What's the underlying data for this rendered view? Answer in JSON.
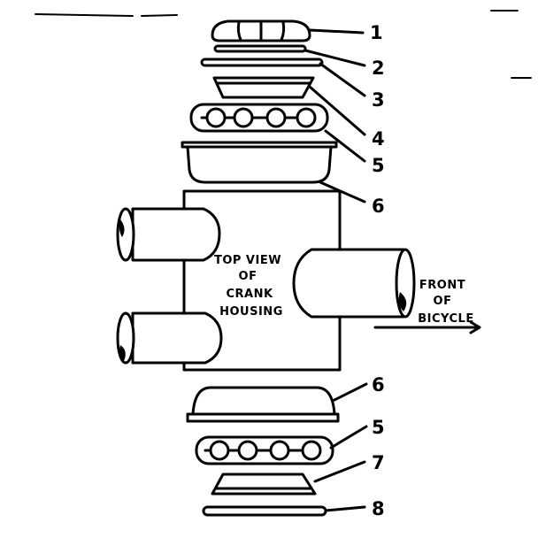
{
  "callouts": [
    "1",
    "2",
    "3",
    "4",
    "5",
    "6",
    "6",
    "5",
    "7",
    "8"
  ],
  "housing_label": [
    "TOP VIEW",
    "OF",
    "CRANK",
    "HOUSING"
  ],
  "direction_label": [
    "FRONT",
    "OF",
    "BICYCLE"
  ]
}
